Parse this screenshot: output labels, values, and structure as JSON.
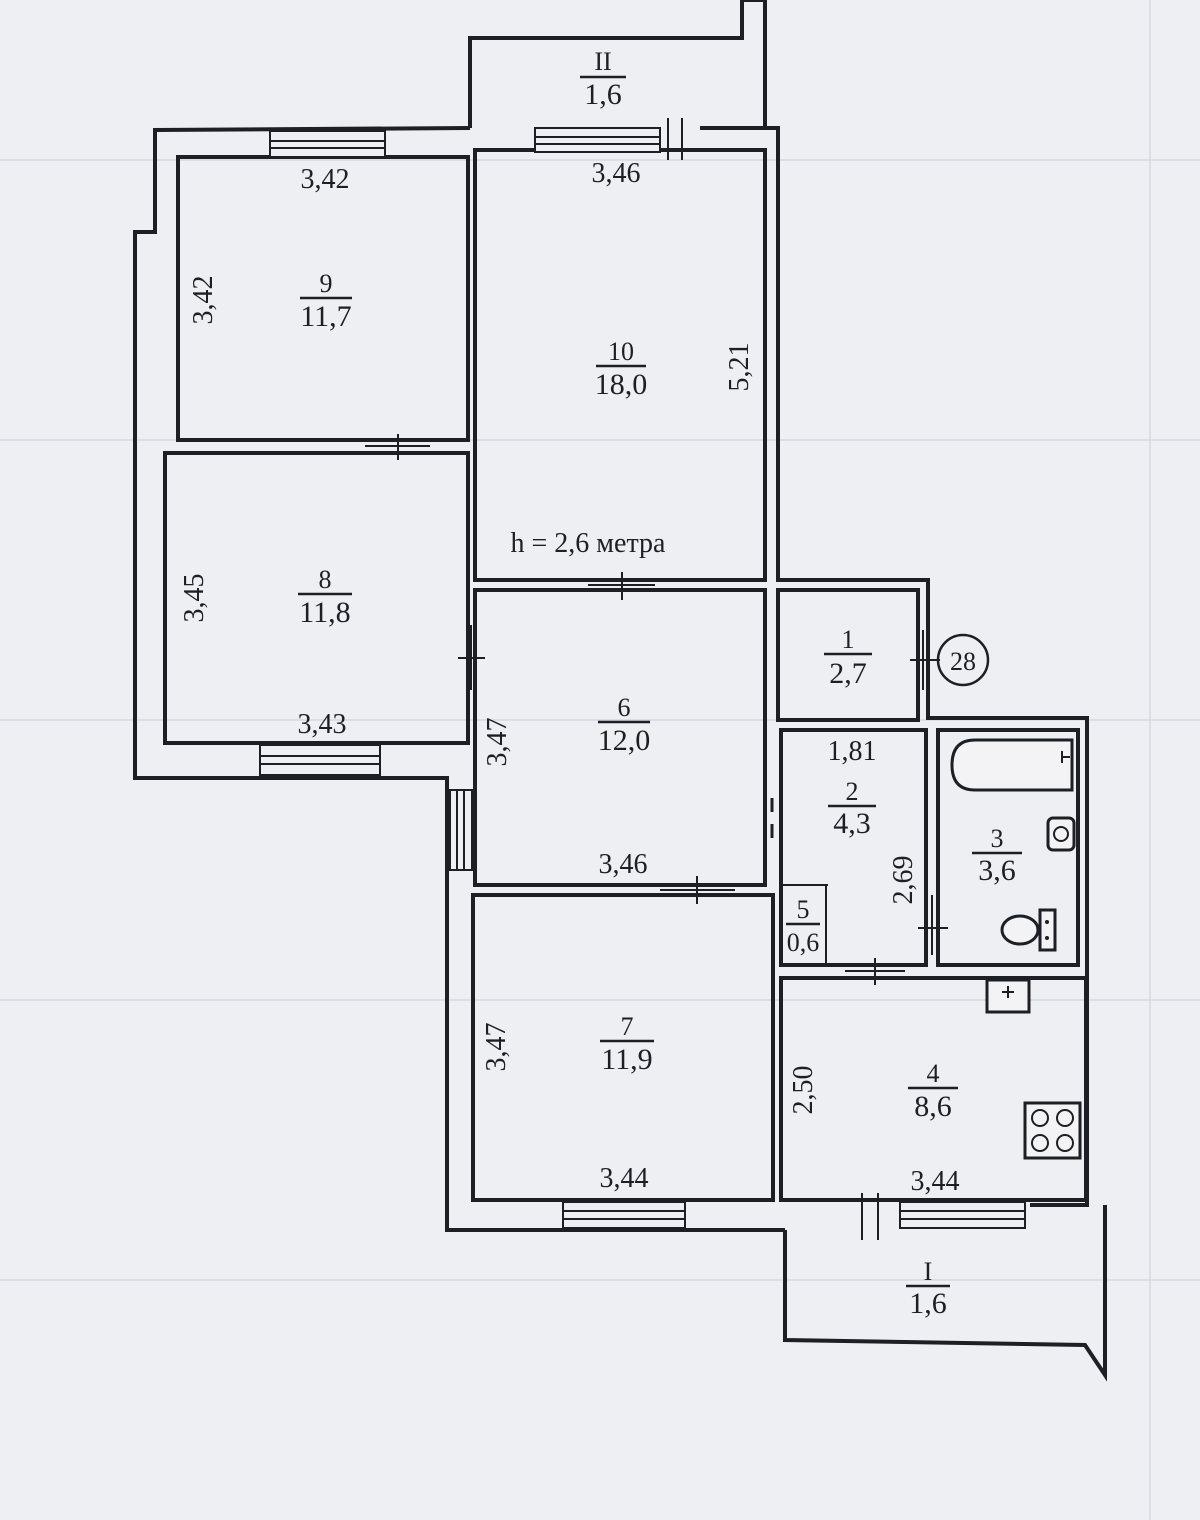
{
  "ceiling_height_note": "h = 2,6 метра",
  "apartment_number": "28",
  "rooms": {
    "balcony_II": {
      "number": "II",
      "area": "1,6"
    },
    "balcony_I": {
      "number": "I",
      "area": "1,6"
    },
    "room_9": {
      "number": "9",
      "area": "11,7",
      "dim_top": "3,42",
      "dim_side": "3,42"
    },
    "room_10": {
      "number": "10",
      "area": "18,0",
      "dim_top": "3,46",
      "dim_side": "5,21"
    },
    "room_8": {
      "number": "8",
      "area": "11,8",
      "dim_bottom": "3,43",
      "dim_side": "3,45"
    },
    "room_6": {
      "number": "6",
      "area": "12,0",
      "dim_bottom": "3,46",
      "dim_side": "3,47"
    },
    "room_7": {
      "number": "7",
      "area": "11,9",
      "dim_bottom": "3,44",
      "dim_side": "3,47"
    },
    "room_1": {
      "number": "1",
      "area": "2,7"
    },
    "room_2": {
      "number": "2",
      "area": "4,3",
      "dim_top": "1,81",
      "dim_side": "2,69"
    },
    "room_3": {
      "number": "3",
      "area": "3,6"
    },
    "room_4": {
      "number": "4",
      "area": "8,6",
      "dim_bottom": "3,44",
      "dim_side": "2,50"
    },
    "room_5": {
      "number": "5",
      "area": "0,6"
    }
  }
}
